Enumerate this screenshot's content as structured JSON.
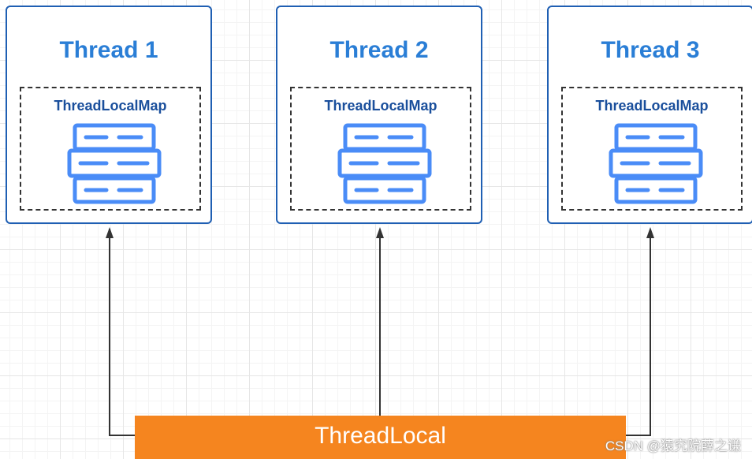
{
  "threads": [
    {
      "title": "Thread 1",
      "map_label": "ThreadLocalMap",
      "map_icon": "table-stack-icon"
    },
    {
      "title": "Thread 2",
      "map_label": "ThreadLocalMap",
      "map_icon": "table-stack-icon"
    },
    {
      "title": "Thread 3",
      "map_label": "ThreadLocalMap",
      "map_icon": "table-stack-icon"
    }
  ],
  "threadlocal": {
    "label": "ThreadLocal"
  },
  "watermark": "CSDN @猿究院薛之谦",
  "colors": {
    "thread_border": "#1f5fb3",
    "thread_title": "#2a7ed6",
    "map_label": "#1a4f9c",
    "icon": "#4a8cf7",
    "threadlocal_bar": "#f5851f",
    "arrow": "#333333"
  }
}
